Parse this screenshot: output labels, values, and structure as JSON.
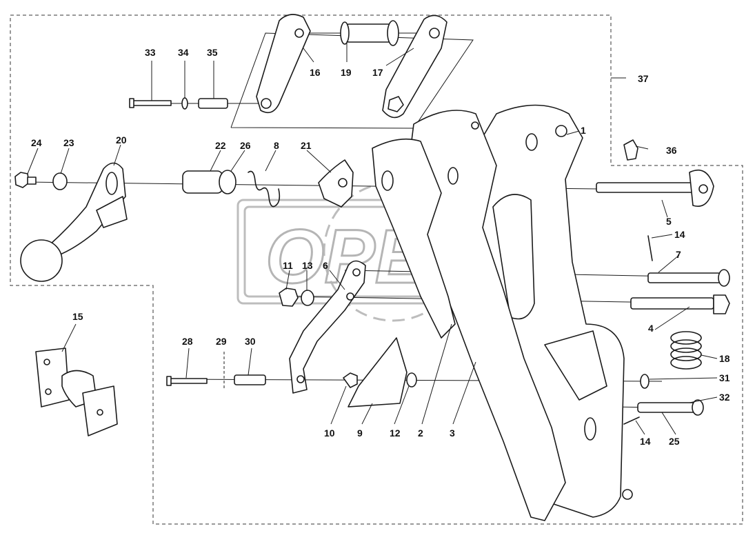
{
  "watermark": {
    "text": "OPEX"
  },
  "labels": [
    "1",
    "2",
    "3",
    "4",
    "5",
    "6",
    "7",
    "8",
    "9",
    "10",
    "11",
    "12",
    "13",
    "14",
    "14",
    "15",
    "16",
    "17",
    "18",
    "19",
    "20",
    "21",
    "22",
    "23",
    "24",
    "25",
    "26",
    "28",
    "29",
    "30",
    "31",
    "32",
    "33",
    "34",
    "35",
    "36",
    "37"
  ],
  "colors": {
    "line": "#1a1a1a",
    "watermark": "#b5b5b5",
    "background": "#ffffff"
  }
}
